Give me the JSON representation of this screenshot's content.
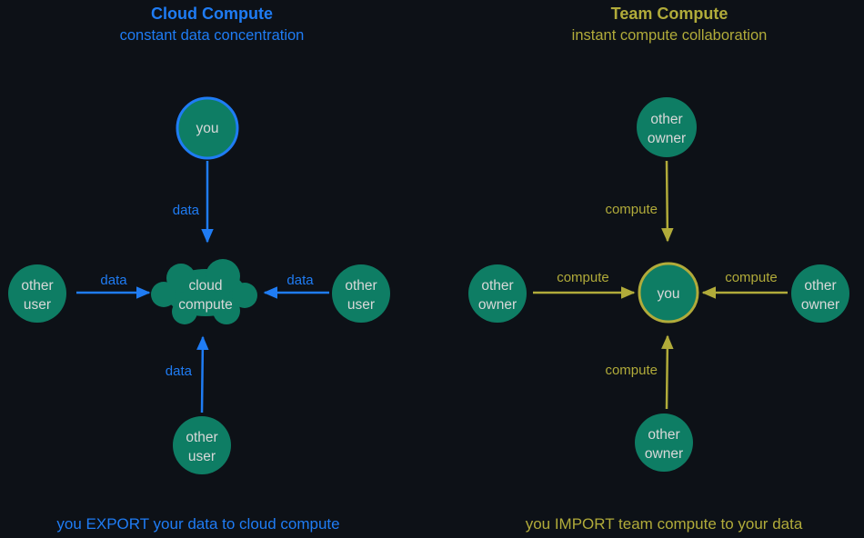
{
  "colors": {
    "background": "#0d1117",
    "blue": "#1f7cf4",
    "olive": "#b1ab3a",
    "node_fill": "#0e7d64",
    "node_text": "#d8d8d8"
  },
  "left": {
    "title": "Cloud Compute",
    "subtitle": "constant data concentration",
    "caption": "you EXPORT your data to cloud compute",
    "you_label": "you",
    "cloud_line1": "cloud",
    "cloud_line2": "compute",
    "user_line1": "other",
    "user_line2": "user",
    "edge_label": "data"
  },
  "right": {
    "title": "Team Compute",
    "subtitle": "instant compute collaboration",
    "caption": "you IMPORT team compute to your data",
    "you_label": "you",
    "owner_line1": "other",
    "owner_line2": "owner",
    "edge_label": "compute"
  }
}
